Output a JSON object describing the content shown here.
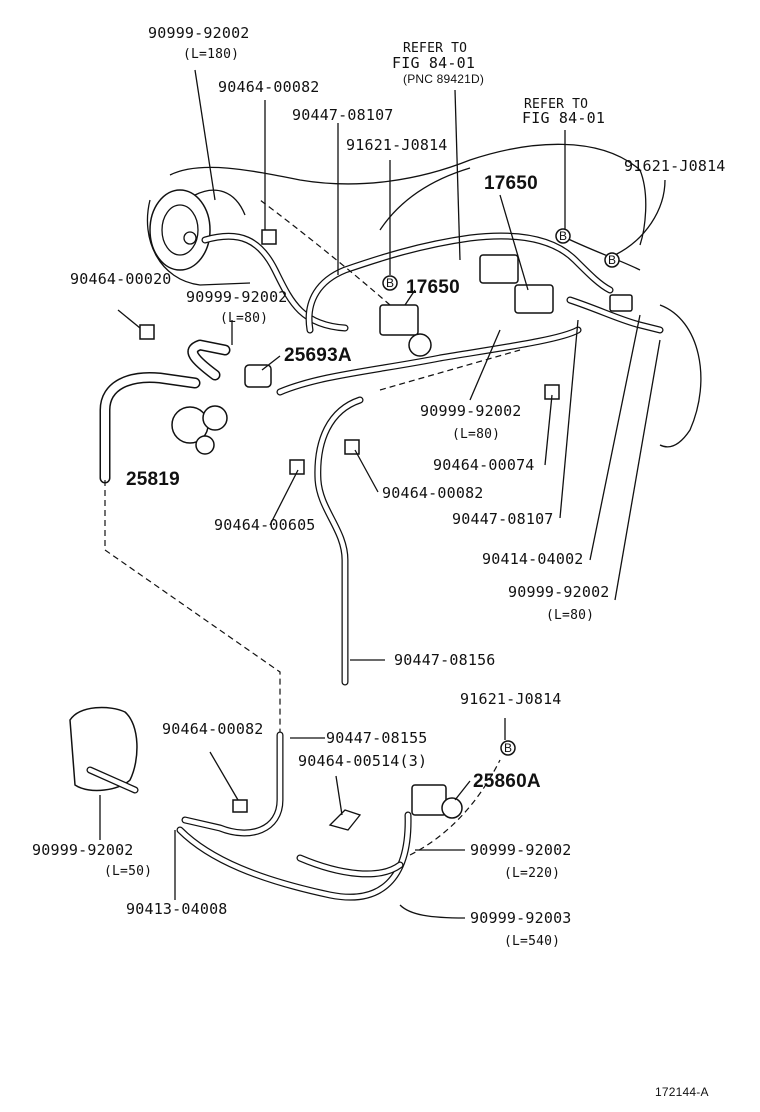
{
  "labels": {
    "l1": "90999-92002",
    "l1_len": "(L=180)",
    "l2": "90464-00082",
    "l3": "90447-08107",
    "l4": "91621-J0814",
    "refer1_a": "REFER TO",
    "refer1_b": "FIG 84-01",
    "refer1_c": "(PNC 89421D)",
    "refer2_a": "REFER TO",
    "refer2_b": "FIG 84-01",
    "l5": "91621-J0814",
    "l6": "17650",
    "l7": "17650",
    "l8": "90464-00020",
    "l9": "90999-92002",
    "l9_len": "(L=80)",
    "l10": "25693A",
    "l11": "25819",
    "l12": "90999-92002",
    "l12_len": "(L=80)",
    "l13": "90464-00074",
    "l14": "90464-00082",
    "l15": "90447-08107",
    "l16": "90464-00605",
    "l17": "90414-04002",
    "l18": "90999-92002",
    "l18_len": "(L=80)",
    "l19": "90447-08156",
    "l20": "91621-J0814",
    "l21": "90464-00082",
    "l22": "90447-08155",
    "l23": "90464-00514(3)",
    "l24": "25860A",
    "l25": "90999-92002",
    "l25_len": "(L=220)",
    "l26": "90999-92002",
    "l26_len": "(L=50)",
    "l27": "90413-04008",
    "l28": "90999-92003",
    "l28_len": "(L=540)",
    "marker_b": "B",
    "footer_code": "172144-A"
  }
}
